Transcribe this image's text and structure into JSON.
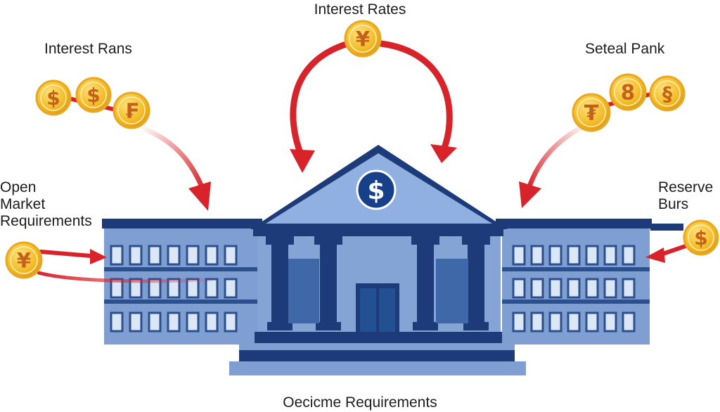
{
  "labels": {
    "top": "Interest Rates",
    "top_left": "Interest Rans",
    "top_right": "Seteal Pank",
    "left_lines": [
      "Open",
      "Market",
      "Requirements"
    ],
    "right_lines": [
      "Reserve",
      "Burs"
    ],
    "bottom": "Oecicme Requirements"
  },
  "building": {
    "emblem": "$",
    "emblem_icon": "dollar-sign-icon"
  },
  "coins": {
    "top": "¥",
    "top_left": [
      "$",
      "$",
      "₣"
    ],
    "top_right": [
      "₮",
      "8",
      "§"
    ],
    "left": "¥",
    "right": "$"
  },
  "colors": {
    "arrow": "#d8232a",
    "coin": "#f3c232",
    "coin_symbol": "#c4621a",
    "building_light": "#7f9fd3",
    "building_dark": "#1c3b78"
  }
}
